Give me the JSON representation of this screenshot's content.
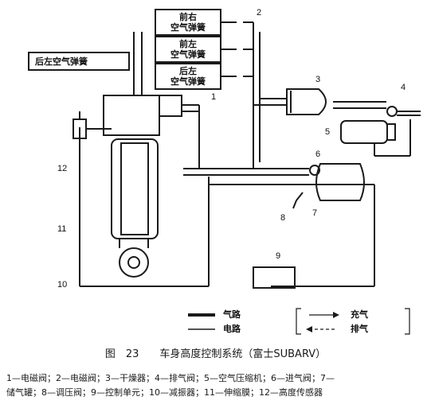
{
  "labels": {
    "front_right": [
      "前右",
      "空气弹簧"
    ],
    "front_left": [
      "前左",
      "空气弹簧"
    ],
    "rear_left": [
      "后左",
      "空气弹簧"
    ],
    "rear_left_top": "后左空气弹簧"
  },
  "callouts": [
    "1",
    "2",
    "3",
    "4",
    "5",
    "6",
    "7",
    "8",
    "9",
    "10",
    "11",
    "12"
  ],
  "legend": {
    "air_line": "气路",
    "electric_line": "电路",
    "charge": "充气",
    "exhaust": "排气"
  },
  "caption": {
    "figure": "图　23",
    "title": "车身高度控制系统（富士SUBARV）"
  },
  "parts_text": [
    "1—电磁阀；2—电磁阀；3—干燥器；4—排气阀；5—空气压缩机；6—进气阀；7—",
    "储气罐；8—调压阀；9—控制单元；10—减振器；11—伸缩膜；12—高度传感器"
  ]
}
